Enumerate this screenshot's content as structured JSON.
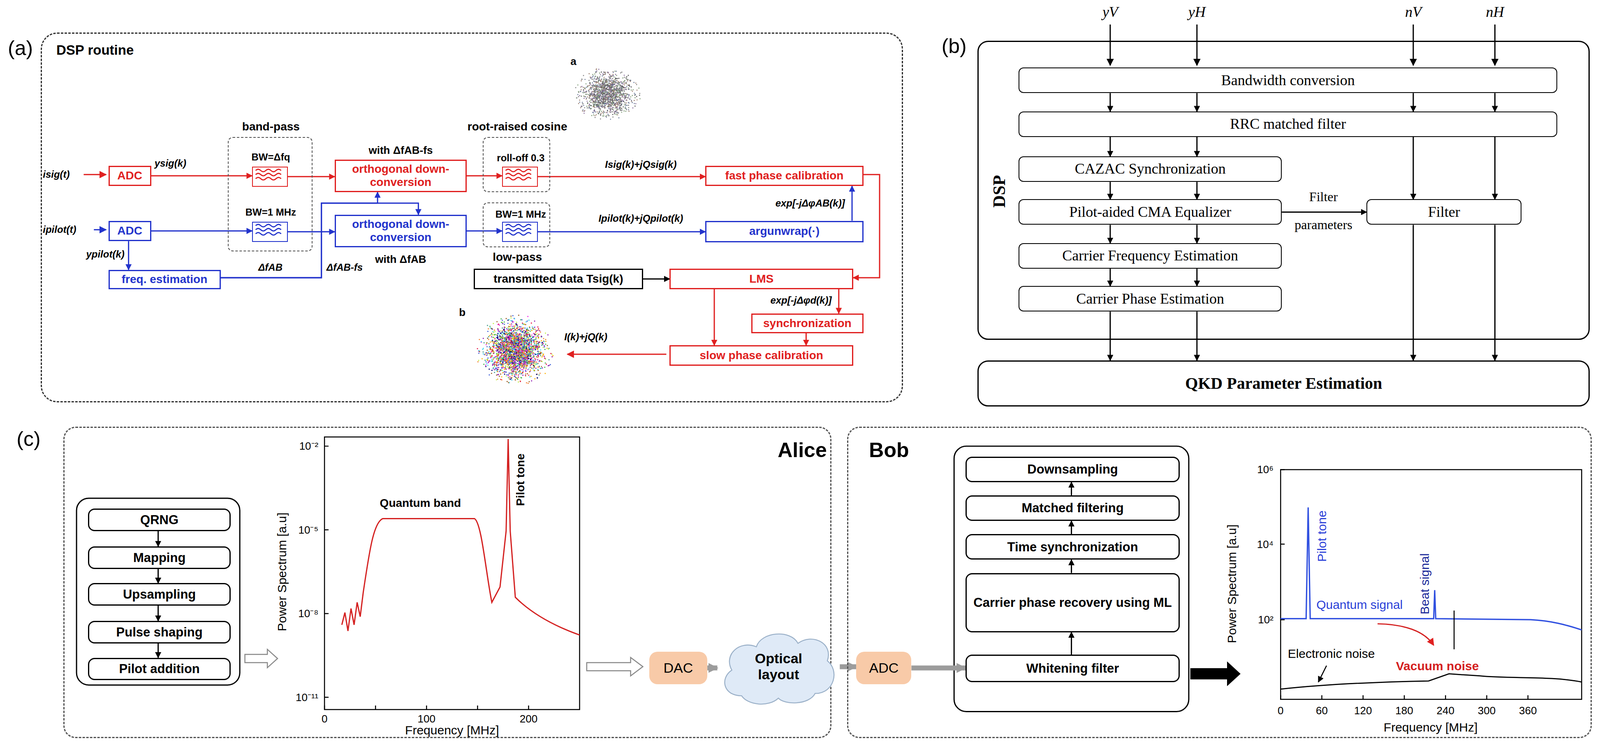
{
  "diagram": {
    "nodes": [
      {
        "text": [
          "DSP routine"
        ]
      },
      {
        "text": [
          "ADC"
        ],
        "in": 0
      },
      {
        "text": [
          "ADC"
        ],
        "in": 0
      },
      {
        "text": [
          "freq. estimation"
        ],
        "in": 0
      },
      {
        "text": [
          "band-pass"
        ],
        "in": 0
      },
      {
        "text": [
          "BW=Δfq"
        ],
        "in": 4
      },
      {
        "text": [
          "BW=1 MHz"
        ],
        "in": 4
      },
      {
        "text": [
          "with ΔfAB-fs",
          "orthogonal down-conversion"
        ],
        "in": 0
      },
      {
        "text": [
          "orthogonal down-conversion",
          "with ΔfAB"
        ],
        "in": 0
      },
      {
        "text": [
          "root-raised cosine"
        ],
        "in": 0
      },
      {
        "text": [
          "roll-off 0.3"
        ],
        "in": 9
      },
      {
        "text": [
          "low-pass"
        ],
        "in": 0
      },
      {
        "text": [
          "BW=1 MHz"
        ],
        "in": 11
      },
      {
        "text": [
          "fast phase calibration"
        ],
        "in": 0
      },
      {
        "text": [
          "argunwrap(·)"
        ],
        "in": 0
      },
      {
        "text": [
          "transmitted data Tsig(k)"
        ],
        "in": 0
      },
      {
        "text": [
          "LMS"
        ],
        "in": 0
      },
      {
        "text": [
          "synchronization"
        ],
        "in": 0
      },
      {
        "text": [
          "slow phase calibration"
        ],
        "in": 0
      },
      {
        "text": [
          "DSP"
        ]
      },
      {
        "text": [
          "Bandwidth conversion"
        ],
        "in": 19
      },
      {
        "text": [
          "RRC matched filter"
        ],
        "in": 19
      },
      {
        "text": [
          "CAZAC Synchronization"
        ],
        "in": 19
      },
      {
        "text": [
          "Pilot-aided CMA Equalizer"
        ],
        "in": 19
      },
      {
        "text": [
          "Carrier Frequency Estimation"
        ],
        "in": 19
      },
      {
        "text": [
          "Carrier Phase Estimation"
        ],
        "in": 19
      },
      {
        "text": [
          "Filter"
        ],
        "in": 19
      },
      {
        "text": [
          "QKD Parameter Estimation"
        ]
      },
      {
        "text": [
          "Alice"
        ]
      },
      {
        "text": [
          "QRNG"
        ],
        "in": 28
      },
      {
        "text": [
          "Mapping"
        ],
        "in": 28
      },
      {
        "text": [
          "Upsampling"
        ],
        "in": 28
      },
      {
        "text": [
          "Pulse shaping"
        ],
        "in": 28
      },
      {
        "text": [
          "Pilot addition"
        ],
        "in": 28
      },
      {
        "text": [
          "DAC"
        ],
        "in": 28
      },
      {
        "text": [
          "Optical layout"
        ]
      },
      {
        "text": [
          "Bob"
        ]
      },
      {
        "text": [
          "ADC"
        ],
        "in": 36
      },
      {
        "text": [
          "Downsampling"
        ],
        "in": 36
      },
      {
        "text": [
          "Matched filtering"
        ],
        "in": 36
      },
      {
        "text": [
          "Time synchronization"
        ],
        "in": 36
      },
      {
        "text": [
          "Carrier phase recovery using ML"
        ],
        "in": 36
      },
      {
        "text": [
          "Whitening filter"
        ],
        "in": 36
      }
    ],
    "edges": [
      {
        "from": 1,
        "to": 5,
        "arrow": "to",
        "label": "ysig(k)"
      },
      {
        "from": 2,
        "to": 6,
        "arrow": "to"
      },
      {
        "from": 2,
        "to": 3,
        "arrow": "to",
        "label": "ypilot(k)"
      },
      {
        "from": 3,
        "to": 7,
        "arrow": "to",
        "label": "ΔfAB-fs"
      },
      {
        "from": 3,
        "to": 8,
        "arrow": "to",
        "label": "ΔfAB"
      },
      {
        "from": 5,
        "to": 7,
        "arrow": "to"
      },
      {
        "from": 6,
        "to": 8,
        "arrow": "to"
      },
      {
        "from": 7,
        "to": 10,
        "arrow": "to"
      },
      {
        "from": 8,
        "to": 12,
        "arrow": "to"
      },
      {
        "from": 10,
        "to": 13,
        "arrow": "to",
        "label": "Isig(k)+jQsig(k)"
      },
      {
        "from": 12,
        "to": 14,
        "arrow": "to",
        "label": "Ipilot(k)+jQpilot(k)"
      },
      {
        "from": 14,
        "to": 13,
        "arrow": "to",
        "label": "exp[-jΔφAB(k)]"
      },
      {
        "from": 13,
        "to": 16,
        "arrow": "to"
      },
      {
        "from": 15,
        "to": 16,
        "arrow": "to"
      },
      {
        "from": 16,
        "to": 17,
        "arrow": "to",
        "label": "exp[-jΔφd(k)]"
      },
      {
        "from": 16,
        "to": 18,
        "arrow": "to"
      },
      {
        "from": 17,
        "to": 18,
        "arrow": "to"
      },
      {
        "from": 20,
        "to": 21,
        "arrow": "to"
      },
      {
        "from": 21,
        "to": 22,
        "arrow": "to"
      },
      {
        "from": 22,
        "to": 23,
        "arrow": "to"
      },
      {
        "from": 23,
        "to": 24,
        "arrow": "to"
      },
      {
        "from": 24,
        "to": 25,
        "arrow": "to"
      },
      {
        "from": 25,
        "to": 27,
        "arrow": "to"
      },
      {
        "from": 20,
        "to": 21,
        "arrow": "to"
      },
      {
        "from": 21,
        "to": 22,
        "arrow": "to"
      },
      {
        "from": 22,
        "to": 23,
        "arrow": "to"
      },
      {
        "from": 23,
        "to": 24,
        "arrow": "to"
      },
      {
        "from": 24,
        "to": 25,
        "arrow": "to"
      },
      {
        "from": 25,
        "to": 27,
        "arrow": "to"
      },
      {
        "from": 20,
        "to": 21,
        "arrow": "to"
      },
      {
        "from": 21,
        "to": 26,
        "arrow": "to"
      },
      {
        "from": 26,
        "to": 27,
        "arrow": "to"
      },
      {
        "from": 20,
        "to": 21,
        "arrow": "to"
      },
      {
        "from": 21,
        "to": 26,
        "arrow": "to"
      },
      {
        "from": 26,
        "to": 27,
        "arrow": "to"
      },
      {
        "from": 23,
        "to": 26,
        "arrow": "to",
        "label": "Filter parameters"
      },
      {
        "from": 29,
        "to": 30,
        "arrow": "to"
      },
      {
        "from": 30,
        "to": 31,
        "arrow": "to"
      },
      {
        "from": 31,
        "to": 32,
        "arrow": "to"
      },
      {
        "from": 32,
        "to": 33,
        "arrow": "to"
      },
      {
        "from": 34,
        "to": 35,
        "arrow": "to"
      },
      {
        "from": 35,
        "to": 37,
        "arrow": "to"
      },
      {
        "from": 37,
        "to": 42,
        "arrow": "to"
      },
      {
        "from": 42,
        "to": 41,
        "arrow": "to"
      },
      {
        "from": 41,
        "to": 40,
        "arrow": "to"
      },
      {
        "from": 40,
        "to": 39,
        "arrow": "to"
      },
      {
        "from": 39,
        "to": 38,
        "arrow": "to"
      }
    ],
    "labels": [
      "(a)",
      "isig(t)",
      "ipilot(t)",
      "I(k)+jQ(k)",
      "a",
      "b",
      "(b)",
      "yV",
      "yH",
      "nV",
      "nH",
      "(c)",
      "Power Spectrum [a.u]",
      "10⁻²",
      "10⁻⁵",
      "10⁻⁸",
      "10⁻¹¹",
      "0",
      "100",
      "200",
      "Frequency [MHz]",
      "Quantum band",
      "Pilot tone",
      "Power Spectrum [a.u]",
      "10⁶",
      "10⁴",
      "10²",
      "0",
      "60",
      "120",
      "180",
      "240",
      "300",
      "360",
      "Frequency [MHz]",
      "Pilot tone",
      "Quantum signal",
      "Beat signal",
      "Electronic noise",
      "Vacuum noise"
    ]
  }
}
